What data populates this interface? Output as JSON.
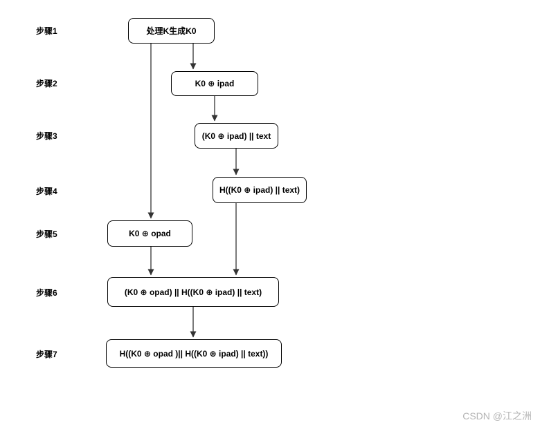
{
  "diagram": {
    "steps": [
      {
        "label": "步骤1",
        "box": "处理K生成K0"
      },
      {
        "label": "步骤2",
        "box": "K0 ⊕ ipad"
      },
      {
        "label": "步骤3",
        "box": "(K0 ⊕ ipad) || text"
      },
      {
        "label": "步骤4",
        "box": "H((K0 ⊕ ipad) || text)"
      },
      {
        "label": "步骤5",
        "box": "K0 ⊕ opad"
      },
      {
        "label": "步骤6",
        "box": "(K0 ⊕ opad) || H((K0 ⊕ ipad) || text)"
      },
      {
        "label": "步骤7",
        "box": "H((K0 ⊕ opad )|| H((K0 ⊕ ipad) || text))"
      }
    ],
    "colors": {
      "box_fill": "#ffffff",
      "box_border": "#000000",
      "text": "#000000",
      "arrow": "#333333",
      "watermark": "#b5b5b5"
    },
    "watermark": "CSDN @江之洲"
  }
}
